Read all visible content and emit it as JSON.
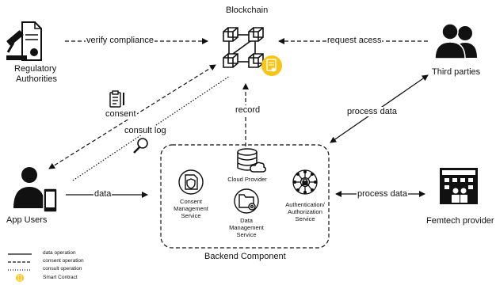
{
  "nodes": {
    "blockchain": "Blockchain",
    "regulatory": [
      "Regulatory",
      "Authorities"
    ],
    "third_parties": "Third parties",
    "app_users": "App Users",
    "femtech": "Femtech provider",
    "backend": "Backend Component"
  },
  "services": {
    "cloud": "Cloud Provider",
    "consent": [
      "Consent",
      "Management",
      "Service"
    ],
    "data_mgmt": [
      "Data",
      "Management",
      "Service"
    ],
    "auth": [
      "Authentication/",
      "Authorization",
      "Service"
    ]
  },
  "edges": {
    "verify": "verify compliance",
    "request": "request acess",
    "consent": "consent",
    "consult": "consult log",
    "record": "record",
    "process_third": "process data",
    "data": "data",
    "process_femtech": "process data"
  },
  "legend": {
    "data_op": "data operation",
    "consent_op": "consent operation",
    "consult_op": "consult operation",
    "smart_contract": "Smart Contract"
  },
  "icons": [
    "blockchain-icon",
    "smart-contract-icon",
    "gavel-document-icon",
    "people-icon",
    "user-phone-icon",
    "building-icon",
    "cloud-database-icon",
    "shield-document-icon",
    "folder-gear-icon",
    "network-lock-icon",
    "clipboard-pen-icon",
    "magnifier-icon"
  ],
  "colors": {
    "contract": "#f5c518",
    "line": "#111111"
  }
}
